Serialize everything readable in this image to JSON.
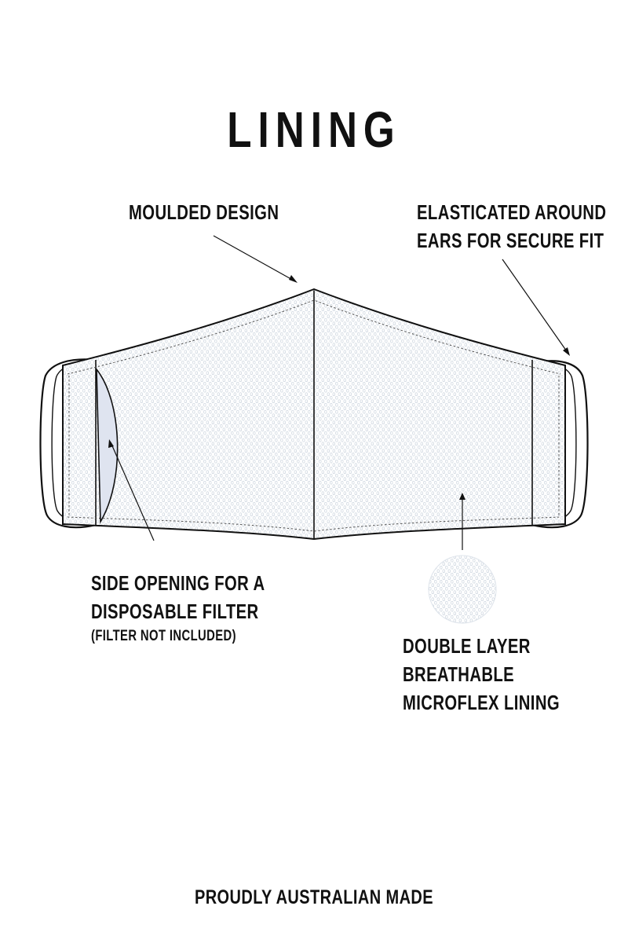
{
  "title": "LINING",
  "callouts": {
    "moulded": "MOULDED DESIGN",
    "elastic_line1": "ELASTICATED AROUND",
    "elastic_line2": "EARS FOR SECURE FIT",
    "side_line1": "SIDE OPENING FOR A",
    "side_line2": "DISPOSABLE FILTER",
    "side_note": "(FILTER NOT INCLUDED)",
    "lining_line1": "DOUBLE LAYER",
    "lining_line2": "BREATHABLE",
    "lining_line3": "MICROFLEX LINING"
  },
  "footer": "PROUDLY AUSTRALIAN MADE",
  "colors": {
    "ink": "#111111",
    "filter_fill": "#dfe4f0",
    "mesh": "#c9d2dc"
  }
}
